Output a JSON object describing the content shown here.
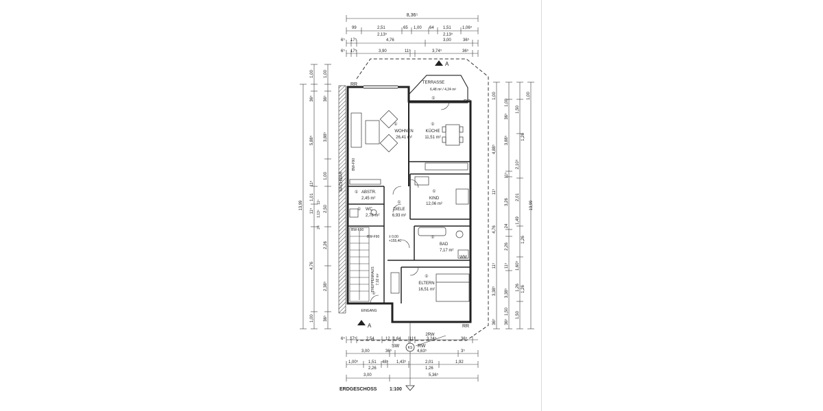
{
  "drawing": {
    "title": "ERDGESCHOSS",
    "scale": "1:100",
    "section_marker": "A",
    "neighbor_label": "NACHBAR",
    "roof_drain": "RR",
    "rooms": {
      "wohnen": {
        "label": "WOHNEN",
        "area": "26,41 m²",
        "num": "①"
      },
      "kueche": {
        "label": "KÜCHE",
        "area": "11,51 m²",
        "num": "①"
      },
      "terrasse": {
        "label": "TERRASSE",
        "area": "6,48 m² / 4,24 m²",
        "num": "①"
      },
      "abstr": {
        "label": "ABSTR.",
        "area": "2,45 m²",
        "num": "①"
      },
      "wc": {
        "label": "WC",
        "area": "2,78 m²",
        "num": "①"
      },
      "diele": {
        "label": "DIELE",
        "area": "6,93 m²",
        "num": "①"
      },
      "kind": {
        "label": "KIND",
        "area": "12,06 m²",
        "num": "①"
      },
      "bad": {
        "label": "BAD",
        "area": "7,17 m²",
        "num": "①"
      },
      "eltern": {
        "label": "ELTERN",
        "area": "16,51 m²",
        "num": "①"
      },
      "treppe": {
        "label": "TREPPENHAUS",
        "area": "7,02 m²",
        "num": "①"
      }
    },
    "misc": {
      "eingang": "EINGANG",
      "wm": "WM",
      "two_rw": "2RW",
      "sw": "SW",
      "rw": "RW",
      "ks": "KS",
      "bw": "BW-F90",
      "elevation": "± 0,00",
      "level": "+155,40"
    },
    "dims_top": {
      "overall": "8,36⁵",
      "row1": [
        "99",
        "2,51",
        "65",
        "1,00",
        "64",
        "1,51",
        "1,06⁵"
      ],
      "row1_sub": [
        "2,13⁵",
        "2,13⁵"
      ],
      "row2": [
        "6⁵",
        "17⁵",
        "4,76",
        "3,00",
        "36⁵"
      ],
      "row3": [
        "6⁵",
        "17⁵",
        "3,90",
        "11⁵",
        "3,74⁵",
        "36⁵"
      ]
    },
    "dims_bottom": {
      "row1": [
        "6⁵",
        "17⁵",
        "2,54",
        "12",
        "1,64",
        "11⁵",
        "3,24⁵",
        "36⁵"
      ],
      "row2": [
        "3,00",
        "36⁵",
        "4,63⁵",
        "3⁵"
      ],
      "row3": [
        "1,00⁵",
        "1,51",
        "48⁵",
        "1,43⁵",
        "2,01",
        "1,92"
      ],
      "row3_sub": [
        "2,26",
        "1,26"
      ],
      "row4": [
        "3,00",
        "5,36⁵"
      ]
    },
    "dims_left": {
      "overall": "13,99",
      "outer": [
        "1,00",
        "36⁵",
        "5,88⁵",
        "11⁵",
        "1,01",
        "11⁵",
        "4,76",
        "1,00"
      ],
      "inner": [
        "1,00",
        "36⁵",
        "3,88⁵",
        "1,00",
        "2,50",
        "2,26",
        "2,38⁵",
        "36⁵"
      ],
      "extra": [
        "11⁵",
        "1,13⁵",
        "24"
      ]
    },
    "dims_right": {
      "overall": "13,99",
      "outer": [
        "1,00",
        "4,88⁵",
        "11⁵",
        "4,76",
        "11⁵",
        "3,38⁵",
        "36⁵"
      ],
      "inner": [
        "1,00",
        "36⁵",
        "3,88⁵",
        "11⁵",
        "3,26",
        "24",
        "2,26",
        "11⁵",
        "3,38⁵",
        "1,50",
        "36⁵"
      ],
      "col3": [
        "1,50",
        "1,26",
        "2,10⁵",
        "2,01",
        "1,49",
        "1,60⁵",
        "1,26",
        "1,50"
      ],
      "col4": [
        "1,00",
        "1,26",
        "1,26"
      ]
    }
  }
}
